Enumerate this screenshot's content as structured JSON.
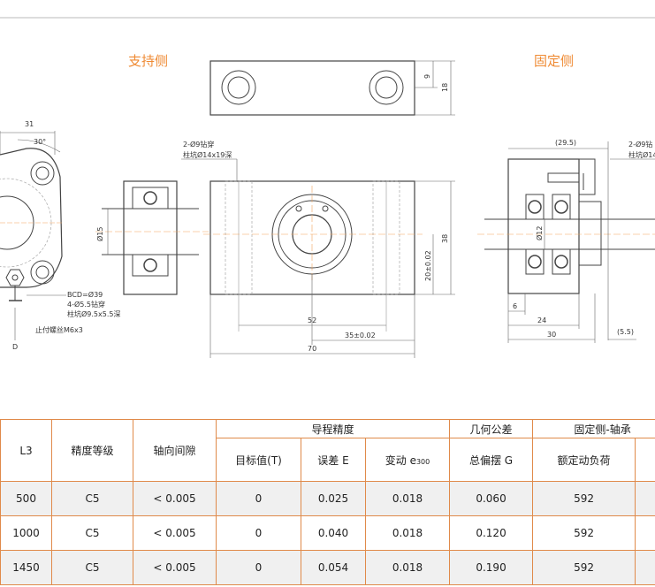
{
  "drawing": {
    "titles": {
      "support_side": "支持侧",
      "fixed_side": "固定侧"
    },
    "left_view": {
      "dim_31": "31",
      "angle": "30°",
      "bcd": "BCD=Ø39",
      "hole": "4-Ø5.5钻穿",
      "counterbore": "柱坑Ø9.5x5.5深",
      "set_screw": "止付螺丝M6x3",
      "d_label": "D"
    },
    "support_top": {
      "dim_9": "9",
      "dim_18": "18"
    },
    "support_side": {
      "dim_d15": "Ø15"
    },
    "support_front": {
      "hole": "2-Ø9钻穿",
      "counterbore": "柱坑Ø14x19深",
      "dim_38": "38",
      "dim_20": "20±0.02",
      "dim_52": "52",
      "dim_35": "35±0.02",
      "dim_70": "70"
    },
    "fixed_side": {
      "dim_29_5": "(29.5)",
      "hole": "2-Ø9钻",
      "counterbore": "柱坑Ø14",
      "dim_d12": "Ø12",
      "dim_6": "6",
      "dim_24": "24",
      "dim_30": "30",
      "dim_5_5": "(5.5)"
    }
  },
  "table": {
    "groups": {
      "lead_accuracy": "导程精度",
      "geometric_tolerance": "几何公差",
      "fixed_bearing": "固定侧-轴承"
    },
    "headers": {
      "l3": "L3",
      "grade": "精度等级",
      "axial_gap": "轴向间隙",
      "target": "目标值(T)",
      "error": "误差 E",
      "variation": "变动 e",
      "variation_sub": "300",
      "runout": "总偏摆 G",
      "dynamic_load": "额定动负荷"
    },
    "rows": [
      {
        "l3": "500",
        "grade": "C5",
        "axial_gap": "< 0.005",
        "target": "0",
        "error": "0.025",
        "variation": "0.018",
        "runout": "0.060",
        "dynamic_load": "592"
      },
      {
        "l3": "1000",
        "grade": "C5",
        "axial_gap": "< 0.005",
        "target": "0",
        "error": "0.040",
        "variation": "0.018",
        "runout": "0.120",
        "dynamic_load": "592"
      },
      {
        "l3": "1450",
        "grade": "C5",
        "axial_gap": "< 0.005",
        "target": "0",
        "error": "0.054",
        "variation": "0.018",
        "runout": "0.190",
        "dynamic_load": "592"
      }
    ]
  },
  "colors": {
    "accent": "#ef8a33",
    "table_border": "#e08a4a",
    "shade": "#f0f0f0",
    "line": "#444444",
    "center_line": "#f2a35c"
  }
}
